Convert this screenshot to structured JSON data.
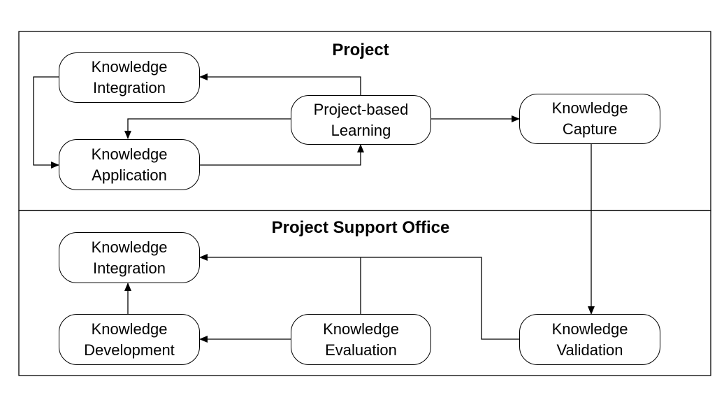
{
  "sections": {
    "project": {
      "title": "Project"
    },
    "pso": {
      "title": "Project Support Office"
    }
  },
  "nodes": {
    "ki_top": {
      "line1": "Knowledge",
      "line2": "Integration"
    },
    "ka_top": {
      "line1": "Knowledge",
      "line2": "Application"
    },
    "pbl": {
      "line1": "Project-based",
      "line2": "Learning"
    },
    "kc": {
      "line1": "Knowledge",
      "line2": "Capture"
    },
    "ki_bottom": {
      "line1": "Knowledge",
      "line2": "Integration"
    },
    "kd": {
      "line1": "Knowledge",
      "line2": "Development"
    },
    "ke": {
      "line1": "Knowledge",
      "line2": "Evaluation"
    },
    "kv": {
      "line1": "Knowledge",
      "line2": "Validation"
    }
  }
}
